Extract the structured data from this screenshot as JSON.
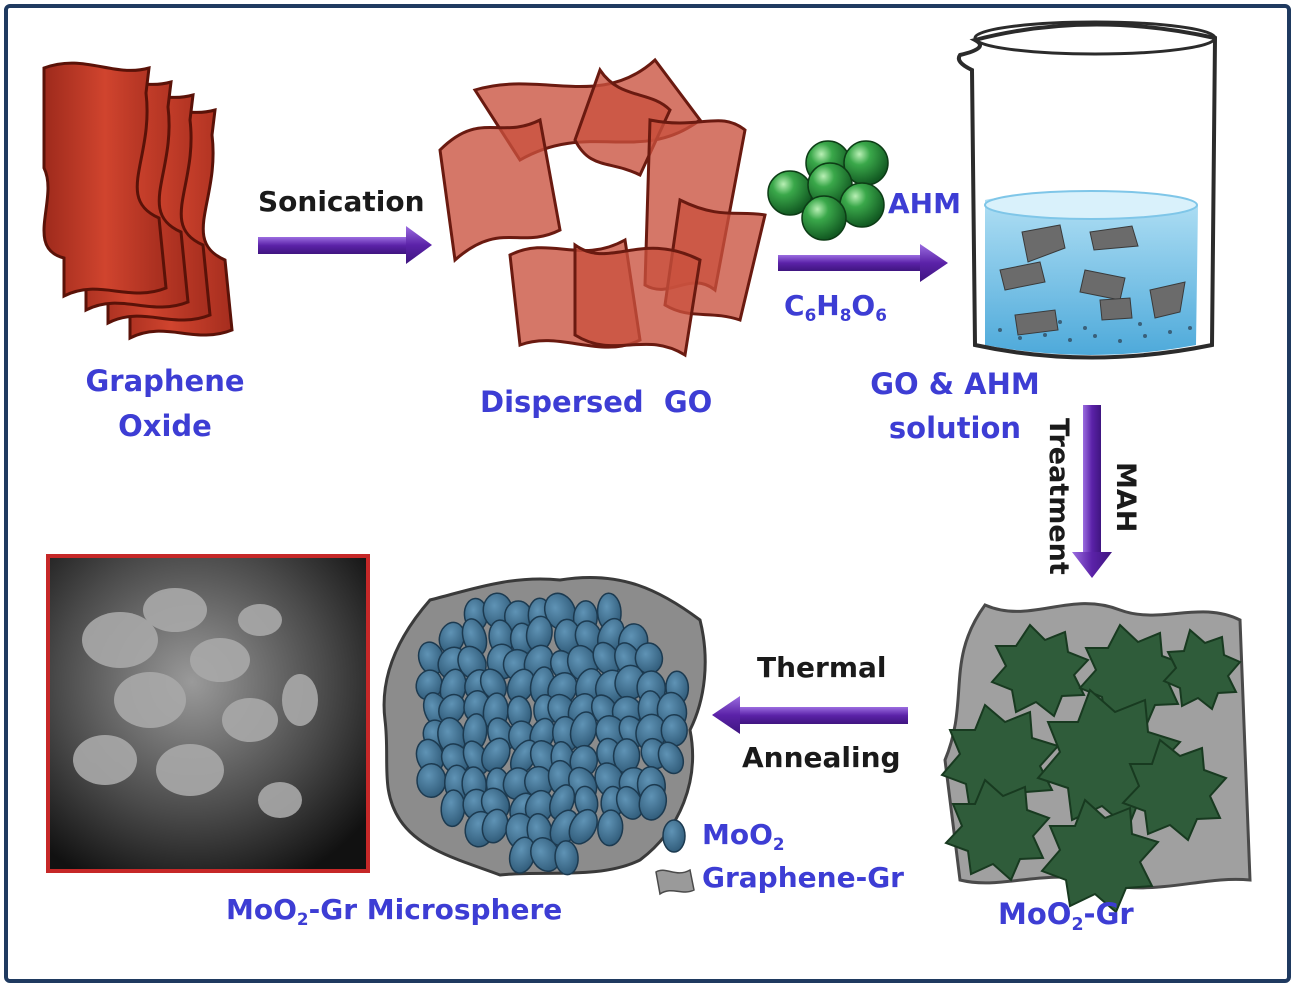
{
  "labels": {
    "graphene_oxide_line1": "Graphene",
    "graphene_oxide_line2": "Oxide",
    "dispersed_go": "Dispersed  GO",
    "sonication": "Sonication",
    "ahm": "AHM",
    "c6h8o6": {
      "c": "C",
      "six_a": "6",
      "h": "H",
      "eight": "8",
      "o": "O",
      "six_b": "6"
    },
    "go_ahm_line1": "GO & AHM",
    "go_ahm_line2": "solution",
    "mah": "MAH",
    "treatment": "Treatment",
    "thermal": "Thermal",
    "annealing": "Annealing",
    "mo_gr": {
      "pre": "MoO",
      "sub": "2",
      "post": "-Gr"
    },
    "legend_moo2": {
      "pre": "MoO",
      "sub": "2"
    },
    "legend_graphene": "Graphene-Gr",
    "microsphere": {
      "pre": "MoO",
      "sub": "2",
      "post": "-Gr Microsphere"
    }
  },
  "colors": {
    "frame": "#1f3a60",
    "go_sheet": "#c0392b",
    "arrow": "#6a2fb0",
    "ahm_sphere": "#2e8b3a",
    "moo2_particle": "#3e6f8e",
    "graphene_sheet": "#9a9a9a",
    "label_blue": "#3d3dd4",
    "sem_border": "#c62828"
  },
  "icons": [
    "graphene-oxide-stack-icon",
    "dispersed-go-icon",
    "ahm-spheres-icon",
    "beaker-icon",
    "moo2-gr-icon",
    "microsphere-icon",
    "sem-image",
    "legend-moo2-icon",
    "legend-graphene-icon"
  ]
}
